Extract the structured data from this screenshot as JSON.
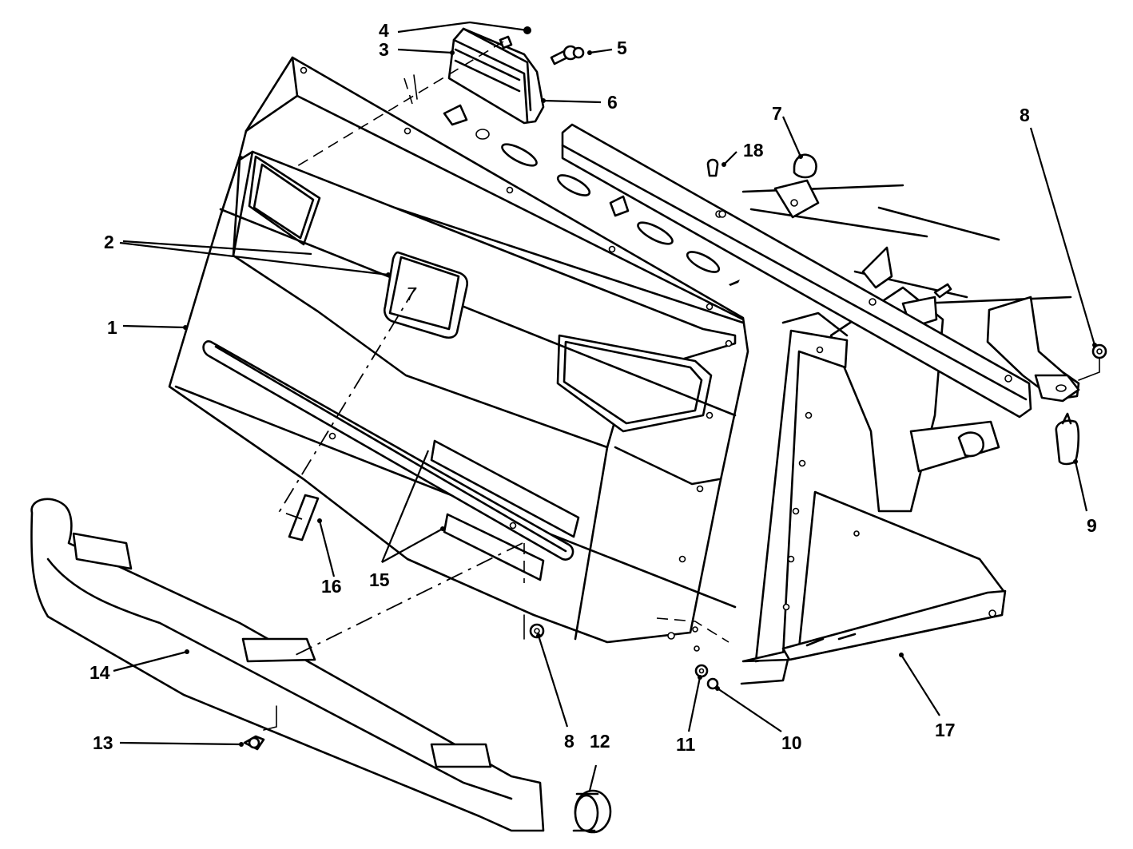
{
  "diagram": {
    "callouts": [
      {
        "id": "c1",
        "label": "1"
      },
      {
        "id": "c2",
        "label": "2"
      },
      {
        "id": "c3",
        "label": "3"
      },
      {
        "id": "c4",
        "label": "4"
      },
      {
        "id": "c5",
        "label": "5"
      },
      {
        "id": "c6",
        "label": "6"
      },
      {
        "id": "c7",
        "label": "7"
      },
      {
        "id": "c8a",
        "label": "8"
      },
      {
        "id": "c8b",
        "label": "8"
      },
      {
        "id": "c9",
        "label": "9"
      },
      {
        "id": "c10",
        "label": "10"
      },
      {
        "id": "c11",
        "label": "11"
      },
      {
        "id": "c12",
        "label": "12"
      },
      {
        "id": "c13",
        "label": "13"
      },
      {
        "id": "c14",
        "label": "14"
      },
      {
        "id": "c15",
        "label": "15"
      },
      {
        "id": "c16",
        "label": "16"
      },
      {
        "id": "c17",
        "label": "17"
      },
      {
        "id": "c18",
        "label": "18"
      }
    ],
    "emblem_text": "7"
  }
}
